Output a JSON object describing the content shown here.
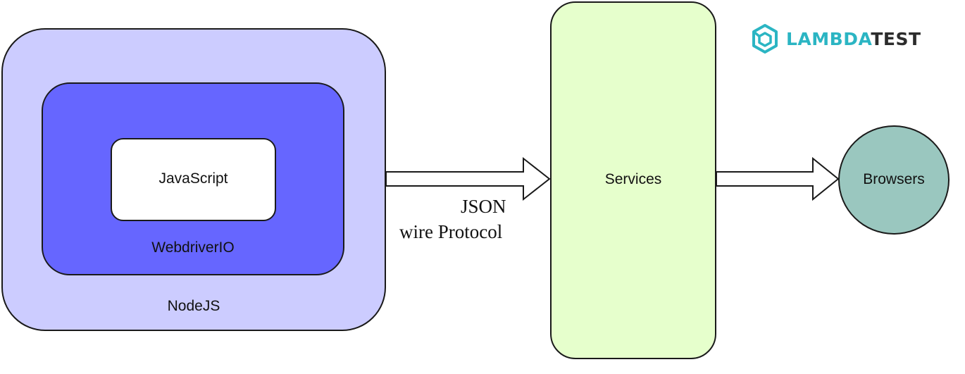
{
  "nodes": {
    "nodejs": {
      "label": "NodeJS",
      "color": "#ccccff"
    },
    "webdriverio": {
      "label": "WebdriverIO",
      "color": "#6666ff"
    },
    "javascript": {
      "label": "JavaScript",
      "color": "#ffffff"
    },
    "services": {
      "label": "Services",
      "color": "#e6ffcc"
    },
    "browsers": {
      "label": "Browsers",
      "color": "#9ac7bf"
    }
  },
  "edges": [
    {
      "from": "nodejs",
      "to": "services",
      "label_lines": [
        "JSON",
        "wire Protocol"
      ]
    },
    {
      "from": "services",
      "to": "browsers"
    }
  ],
  "logo": {
    "icon": "lambdatest-cube-icon",
    "text_accent": "LAMBDA",
    "text_rest": "TEST",
    "accent_color": "#2bb5c3",
    "rest_color": "#2c2c2c"
  }
}
